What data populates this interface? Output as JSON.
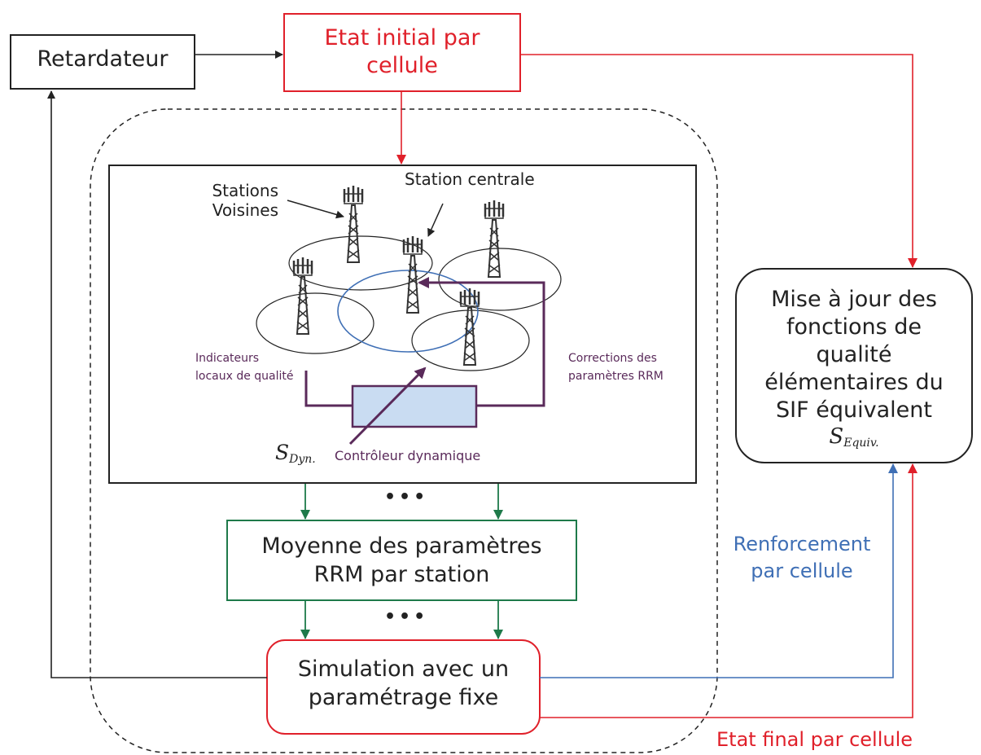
{
  "nodes": {
    "retardateur": "Retardateur",
    "etat_initial_l1": "Etat initial par",
    "etat_initial_l2": "cellule",
    "mise_a_jour_l1": "Mise à jour des",
    "mise_a_jour_l2": "fonctions de",
    "mise_a_jour_l3": "qualité",
    "mise_a_jour_l4": "élémentaires du",
    "mise_a_jour_l5": "SIF équivalent",
    "s_equiv_base": "S",
    "s_equiv_sub": "Equiv.",
    "moyenne_l1": "Moyenne des paramètres",
    "moyenne_l2": "RRM par station",
    "simulation_l1": "Simulation avec un",
    "simulation_l2": "paramétrage fixe"
  },
  "inner": {
    "stations_voisines_l1": "Stations",
    "stations_voisines_l2": "Voisines",
    "station_centrale": "Station centrale",
    "indicateurs_l1": "Indicateurs",
    "indicateurs_l2": "locaux de qualité",
    "corrections_l1": "Corrections des",
    "corrections_l2": "paramètres RRM",
    "s_dyn_base": "S",
    "s_dyn_sub": "Dyn.",
    "controleur": "Contrôleur dynamique"
  },
  "edge_labels": {
    "renforcement_l1": "Renforcement",
    "renforcement_l2": "par cellule",
    "etat_final": "Etat final par cellule",
    "dots_top": "•••",
    "dots_bottom": "•••"
  },
  "colors": {
    "red": "#e0202a",
    "blue": "#3f6fb5",
    "green": "#1e7a4a",
    "purple": "#5a2a5a",
    "controller_fill": "#c9dcf2"
  }
}
